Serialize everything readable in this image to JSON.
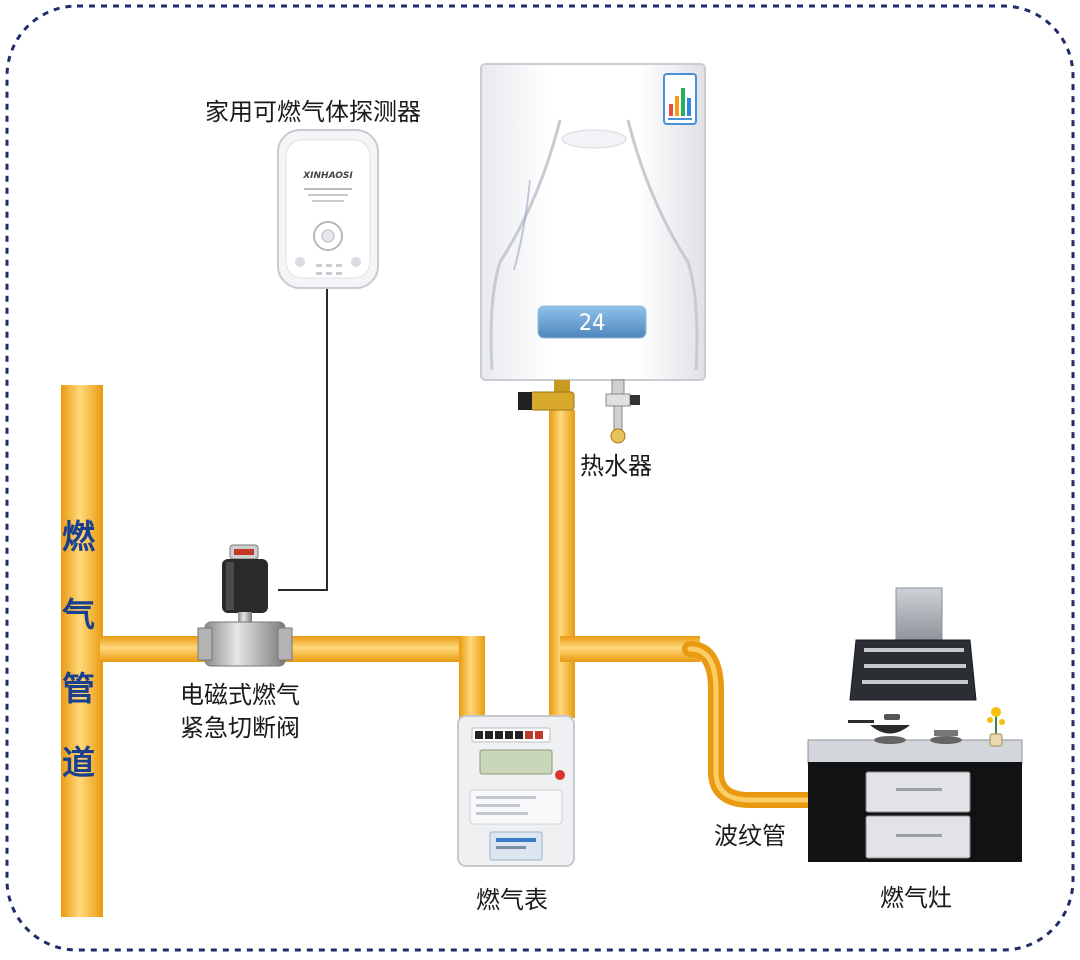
{
  "labels": {
    "detector": "家用可燃气体探测器",
    "heater": "热水器",
    "valve_line1": "电磁式燃气",
    "valve_line2": "紧急切断阀",
    "meter": "燃气表",
    "flex_hose": "波纹管",
    "stove": "燃气灶"
  },
  "pipe_title_chars": [
    "燃",
    "气",
    "管",
    "道"
  ],
  "detector_brand": "XINHAOSI",
  "heater_display": "24",
  "colors": {
    "pipe": "#f7a81b",
    "pipe_highlight": "#ffd97a",
    "border": "#1f2d6b",
    "pipe_title": "#1b3f8f",
    "heater_screen": "#6fa7d6"
  }
}
